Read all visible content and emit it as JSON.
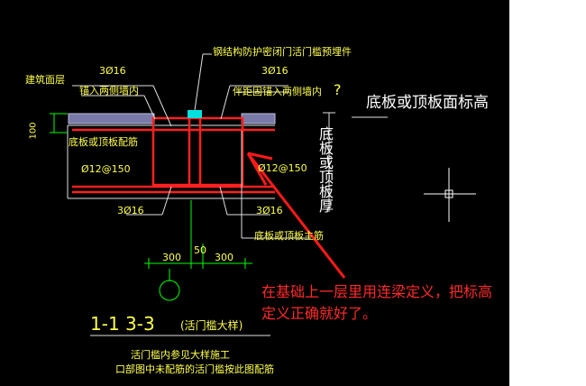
{
  "title": {
    "main": "1-1 3-3",
    "sub": "(活门槛大样)"
  },
  "labels": {
    "embedded": "钢结构防护密闭门活门槛预埋件",
    "rebar_top_left": "3Ø16",
    "anchor": "锚入两侧墙内",
    "finish": "建筑面层",
    "rebar_top_right": "3Ø16",
    "beam_text": "伴距固锚入两侧墙内",
    "question": "?",
    "bottom_top_rebar": "底板或顶板配筋",
    "stirrup_left": "Ø12@150",
    "stirrup_right": "Ø12@150",
    "rebar_bottom_left": "3Ø16",
    "rebar_bottom_right": "3Ø16",
    "bottom_main_rebar": "底板或顶板主筋",
    "elevation": "底板或顶板面标高",
    "thickness": "底板或顶板厚",
    "dim_100": "100",
    "dim_300_left": "300",
    "dim_50": "50",
    "dim_300_right": "300"
  },
  "notes": {
    "line1": "活门槛内参见大样施工",
    "line2": "口部图中未配筋的活门槛按此图配筋"
  },
  "annotation": {
    "line1": "在基础上一层里用连梁定义，把标高",
    "line2": "定义正确就好了。"
  },
  "colors": {
    "background": "#000000",
    "rebar": "#ff2020",
    "dimension": "#00ff00",
    "text": "#ffff4d",
    "pane": "#ffffff"
  }
}
